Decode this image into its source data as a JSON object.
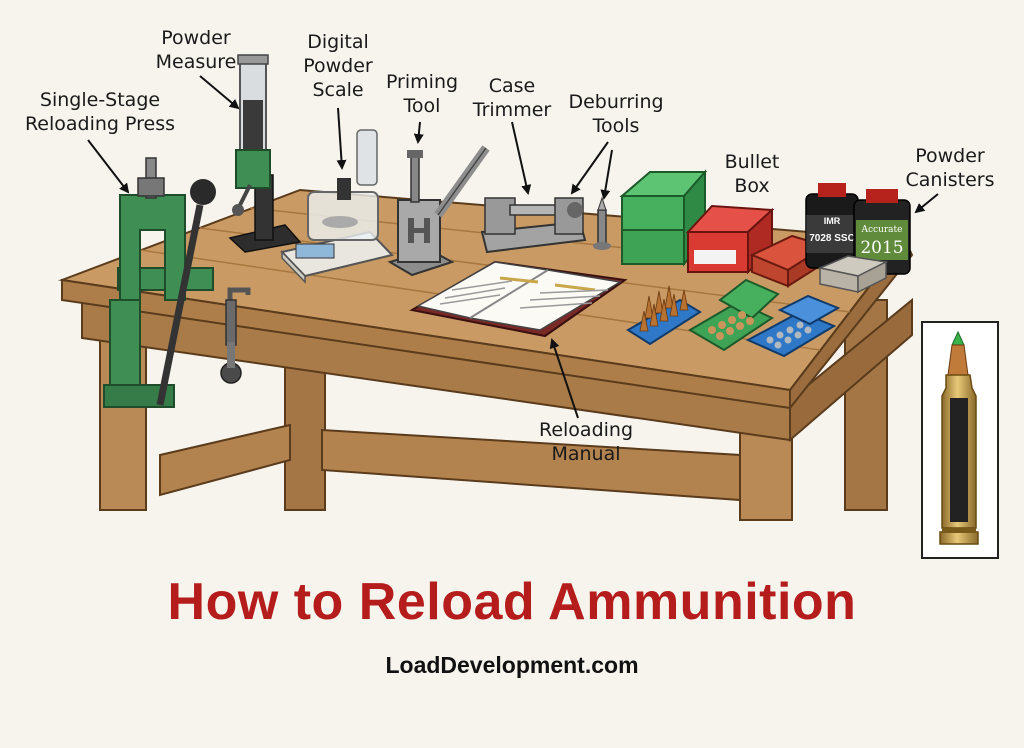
{
  "labels": {
    "press": [
      "Single-Stage",
      "Reloading Press"
    ],
    "measure": [
      "Powder",
      "Measure"
    ],
    "scale": [
      "Digital",
      "Powder",
      "Scale"
    ],
    "priming": [
      "Priming",
      "Tool"
    ],
    "trimmer": [
      "Case",
      "Trimmer"
    ],
    "deburring": [
      "Deburring",
      "Tools"
    ],
    "bullet_box": [
      "Bullet",
      "Box"
    ],
    "canisters": [
      "Powder",
      "Canisters"
    ],
    "manual": [
      "Reloading",
      "Manual"
    ]
  },
  "canister_text": {
    "left_brand": "IMR",
    "left_label": "7028 SSC",
    "right_brand": "Accurate",
    "right_label": "2015"
  },
  "title": "How to Reload Ammunition",
  "website": "LoadDevelopment.com",
  "colors": {
    "title": "#b51d1d",
    "wood": "#b98a55",
    "press_green": "#3f8f55",
    "box_green": "#3fa356",
    "box_red": "#d93a32",
    "box_blue": "#2f78c8"
  }
}
